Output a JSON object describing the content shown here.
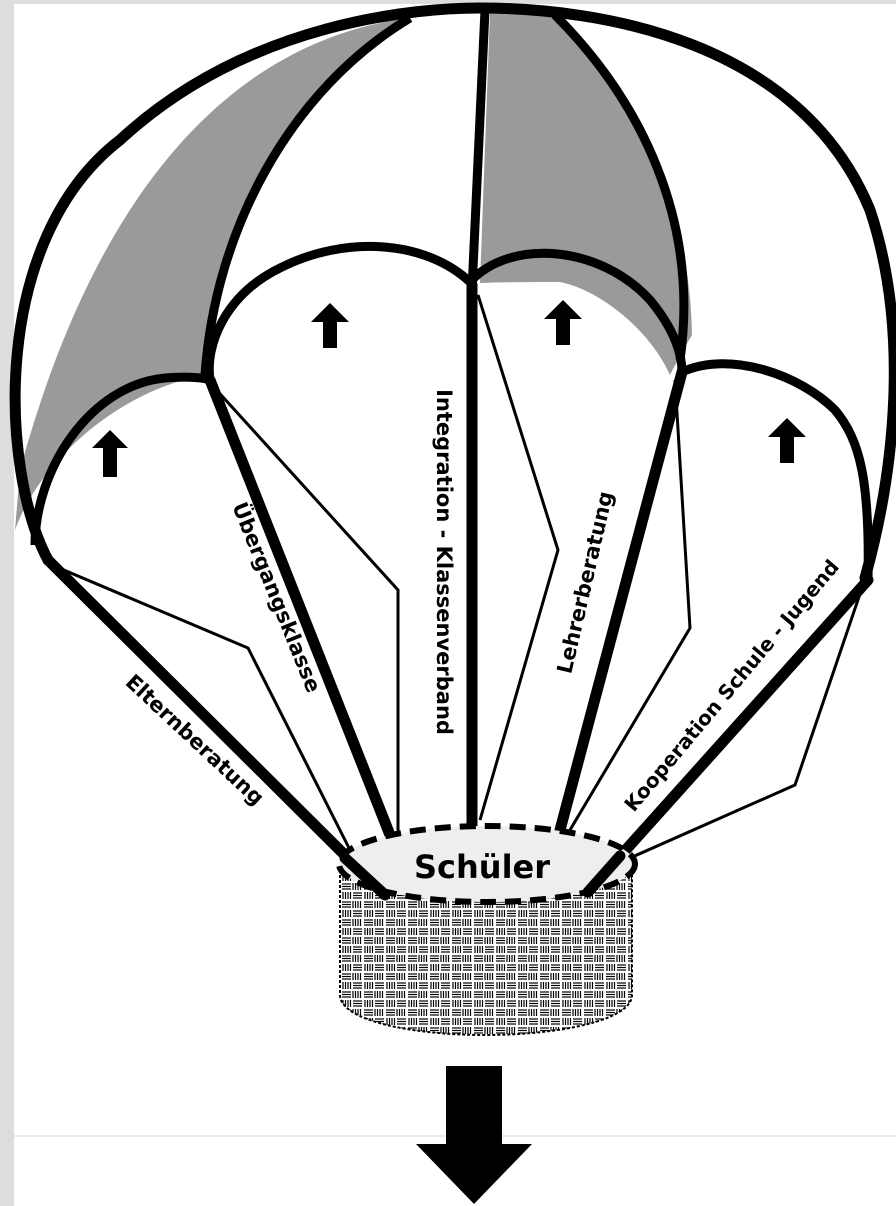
{
  "diagram": {
    "labels": {
      "elternberatung": "Elternberatung",
      "uebergangsklasse": "Übergangsklasse",
      "integration": "Integration - Klassenverband",
      "lehrerberatung": "Lehrerberatung",
      "kooperation": "Kooperation Schule - Jugend",
      "schueler": "Schüler"
    },
    "colors": {
      "outline": "#000000",
      "shaded_panel": "#9a9a9a",
      "schueler_fill": "#eeeeee",
      "background": "#ffffff",
      "frame": "#dddddd"
    },
    "icons": [
      "up-arrow-icon",
      "down-arrow-icon"
    ]
  }
}
